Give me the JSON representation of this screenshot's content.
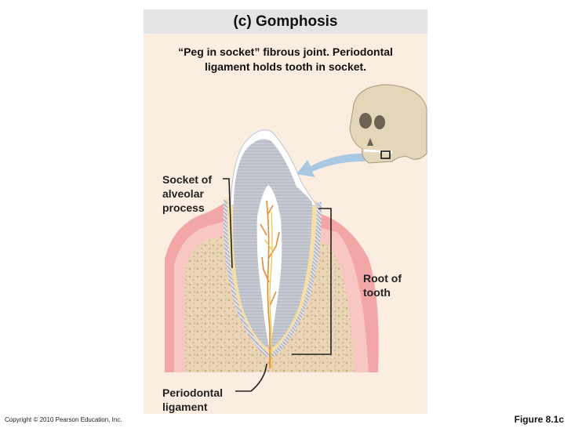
{
  "title": "(c) Gomphosis",
  "description": {
    "line1": "“Peg in socket” fibrous joint. Periodontal",
    "line2": "ligament holds tooth in socket."
  },
  "labels": {
    "socket": [
      "Socket of",
      "alveolar",
      "process"
    ],
    "root": [
      "Root of",
      "tooth"
    ],
    "ligament": [
      "Periodontal",
      "ligament"
    ]
  },
  "footer": {
    "copyright": "Copyright © 2010 Pearson Education, Inc.",
    "figure": "Figure 8.1c"
  },
  "colors": {
    "panel": "#fbeee0",
    "gum": "#f2a6a6",
    "bone": "#e8d2b4",
    "enamel": "#ffffff",
    "dentin": "#c9ccd3",
    "pulp": "#ffffff",
    "vessel": "#e8892a",
    "root_outline": "#f5dfa8",
    "arrow": "#a9c8e2"
  },
  "icons": {
    "skull": "skull-icon",
    "arrow": "curved-arrow-icon"
  }
}
